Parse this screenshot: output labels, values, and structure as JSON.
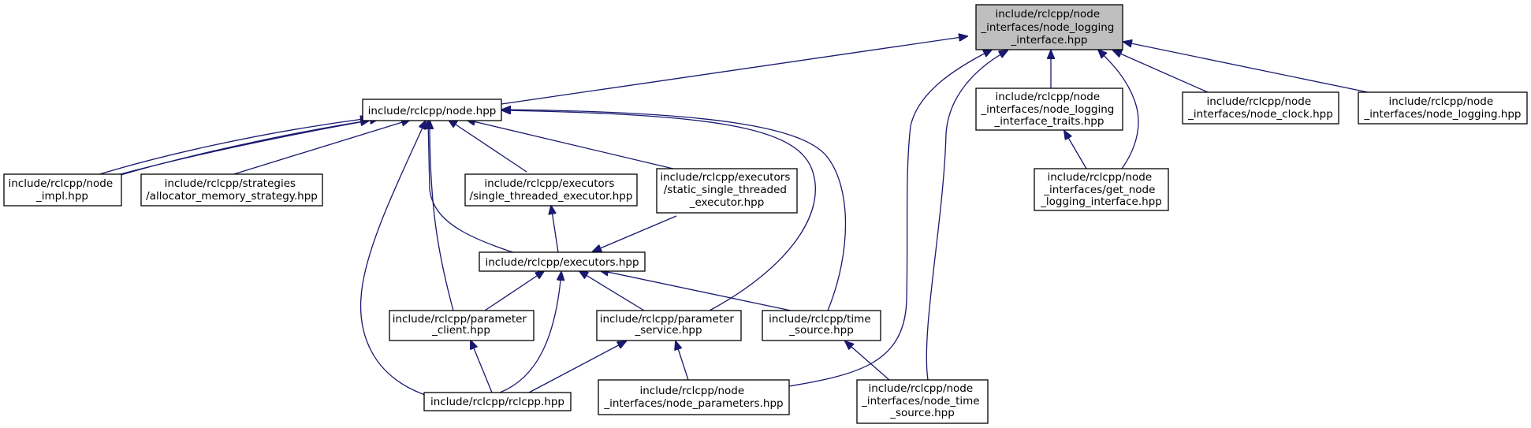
{
  "diagram": {
    "type": "include-dependency-graph",
    "colors": {
      "edge": "#191970",
      "root_fill": "#bfbfbf",
      "node_fill": "#ffffff",
      "border": "#000000"
    },
    "nodes": [
      {
        "id": "node_logging_interface",
        "lines": [
          "include/rclcpp/node",
          "_interfaces/node_logging",
          "_interface.hpp"
        ],
        "root": true
      },
      {
        "id": "node_hpp",
        "lines": [
          "include/rclcpp/node.hpp"
        ]
      },
      {
        "id": "node_logging_interface_traits",
        "lines": [
          "include/rclcpp/node",
          "_interfaces/node_logging",
          "_interface_traits.hpp"
        ]
      },
      {
        "id": "node_clock",
        "lines": [
          "include/rclcpp/node",
          "_interfaces/node_clock.hpp"
        ]
      },
      {
        "id": "node_logging",
        "lines": [
          "include/rclcpp/node",
          "_interfaces/node_logging.hpp"
        ]
      },
      {
        "id": "node_impl",
        "lines": [
          "include/rclcpp/node",
          "_impl.hpp"
        ]
      },
      {
        "id": "allocator_memory_strategy",
        "lines": [
          "include/rclcpp/strategies",
          "/allocator_memory_strategy.hpp"
        ]
      },
      {
        "id": "single_threaded_executor",
        "lines": [
          "include/rclcpp/executors",
          "/single_threaded_executor.hpp"
        ]
      },
      {
        "id": "static_single_threaded_executor",
        "lines": [
          "include/rclcpp/executors",
          "/static_single_threaded",
          "_executor.hpp"
        ]
      },
      {
        "id": "get_node_logging_interface",
        "lines": [
          "include/rclcpp/node",
          "_interfaces/get_node",
          "_logging_interface.hpp"
        ]
      },
      {
        "id": "executors_hpp",
        "lines": [
          "include/rclcpp/executors.hpp"
        ]
      },
      {
        "id": "parameter_client",
        "lines": [
          "include/rclcpp/parameter",
          "_client.hpp"
        ]
      },
      {
        "id": "parameter_service",
        "lines": [
          "include/rclcpp/parameter",
          "_service.hpp"
        ]
      },
      {
        "id": "time_source",
        "lines": [
          "include/rclcpp/time",
          "_source.hpp"
        ]
      },
      {
        "id": "rclcpp_hpp",
        "lines": [
          "include/rclcpp/rclcpp.hpp"
        ]
      },
      {
        "id": "node_parameters",
        "lines": [
          "include/rclcpp/node",
          "_interfaces/node_parameters.hpp"
        ]
      },
      {
        "id": "node_time_source",
        "lines": [
          "include/rclcpp/node",
          "_interfaces/node_time",
          "_source.hpp"
        ]
      }
    ]
  }
}
